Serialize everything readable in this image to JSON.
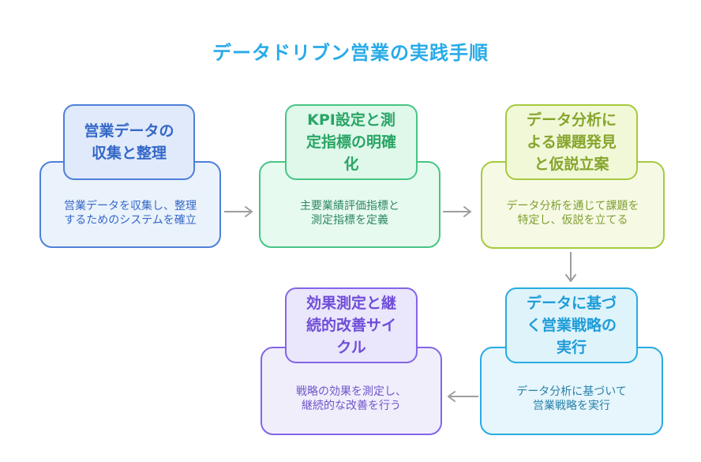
{
  "title": "データドリブン営業の実践手順",
  "title_color": "#29ABE8",
  "arrow_color": "#9E9E9E",
  "steps": [
    {
      "header": "営業データの\n収集と整理",
      "body": "営業データを収集し、整理\nするためのシステムを確立",
      "colors": {
        "border": "#4E7FD9",
        "header_bg": "#E0EAFA",
        "body_bg": "#EAF2FB",
        "header_text": "#3568C8",
        "body_text": "#3568C8"
      }
    },
    {
      "header": "KPI設定と測\n定指標の明確\n化",
      "body": "主要業績評価指標と\n測定指標を定義",
      "colors": {
        "border": "#47C584",
        "header_bg": "#DFF8EA",
        "body_bg": "#E7FAF0",
        "header_text": "#29A566",
        "body_text": "#2F8862"
      }
    },
    {
      "header": "データ分析に\nよる課題発見\nと仮説立案",
      "body": "データ分析を通じて課題を\n特定し、仮説を立てる",
      "colors": {
        "border": "#A6C93F",
        "header_bg": "#F1F8D8",
        "body_bg": "#F6FAE5",
        "header_text": "#86A52C",
        "body_text": "#7E9E2E"
      }
    },
    {
      "header": "データに基づ\nく営業戦略の\n実行",
      "body": "データ分析に基づいて\n営業戦略を実行",
      "colors": {
        "border": "#29ABE2",
        "header_bg": "#DFF3FB",
        "body_bg": "#E6F6FC",
        "header_text": "#1E9CD8",
        "body_text": "#2980A8"
      }
    },
    {
      "header": "効果測定と継\n続的改善サイ\nクル",
      "body": "戦略の効果を測定し、\n継続的な改善を行う",
      "colors": {
        "border": "#8465E8",
        "header_bg": "#EAE6FB",
        "body_bg": "#F1EEFC",
        "header_text": "#6F4DD8",
        "body_text": "#6F55C8"
      }
    }
  ],
  "flow": {
    "arrows": [
      {
        "from": "step-1",
        "to": "step-2",
        "direction": "right"
      },
      {
        "from": "step-2",
        "to": "step-3",
        "direction": "right"
      },
      {
        "from": "step-3",
        "to": "step-4",
        "direction": "down"
      },
      {
        "from": "step-4",
        "to": "step-5",
        "direction": "left"
      }
    ]
  }
}
